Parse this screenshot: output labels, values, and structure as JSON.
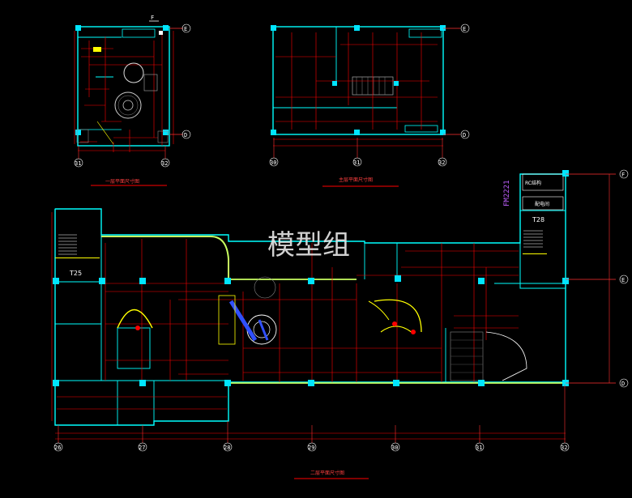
{
  "watermark": "模型组",
  "plans": {
    "p1": {
      "title": "一层平面尺寸图",
      "grid_x": [
        "31",
        "32"
      ],
      "grid_y": [
        "E",
        "D"
      ],
      "north_mark": "F"
    },
    "p2": {
      "title": "主层平面尺寸图",
      "grid_x": [
        "30",
        "31",
        "32"
      ],
      "grid_y": [
        "E",
        "D"
      ]
    },
    "p3": {
      "title": "二层平面尺寸图",
      "grid_x": [
        "26",
        "27",
        "28",
        "29",
        "30",
        "31",
        "32"
      ],
      "grid_y": [
        "F",
        "E",
        "D"
      ],
      "rooms": {
        "stair_left": "T25",
        "stair_right": "T28",
        "box_top": "RC结构",
        "box_bottom": "配电间",
        "fire_text": "FM2221"
      }
    }
  },
  "colors": {
    "wall": "#00ffff",
    "dim": "#ff0000",
    "column": "#00e5ff",
    "curve": "#ffff00",
    "green": "#c8ff60",
    "white": "#ffffff",
    "blue": "#3050ff"
  }
}
